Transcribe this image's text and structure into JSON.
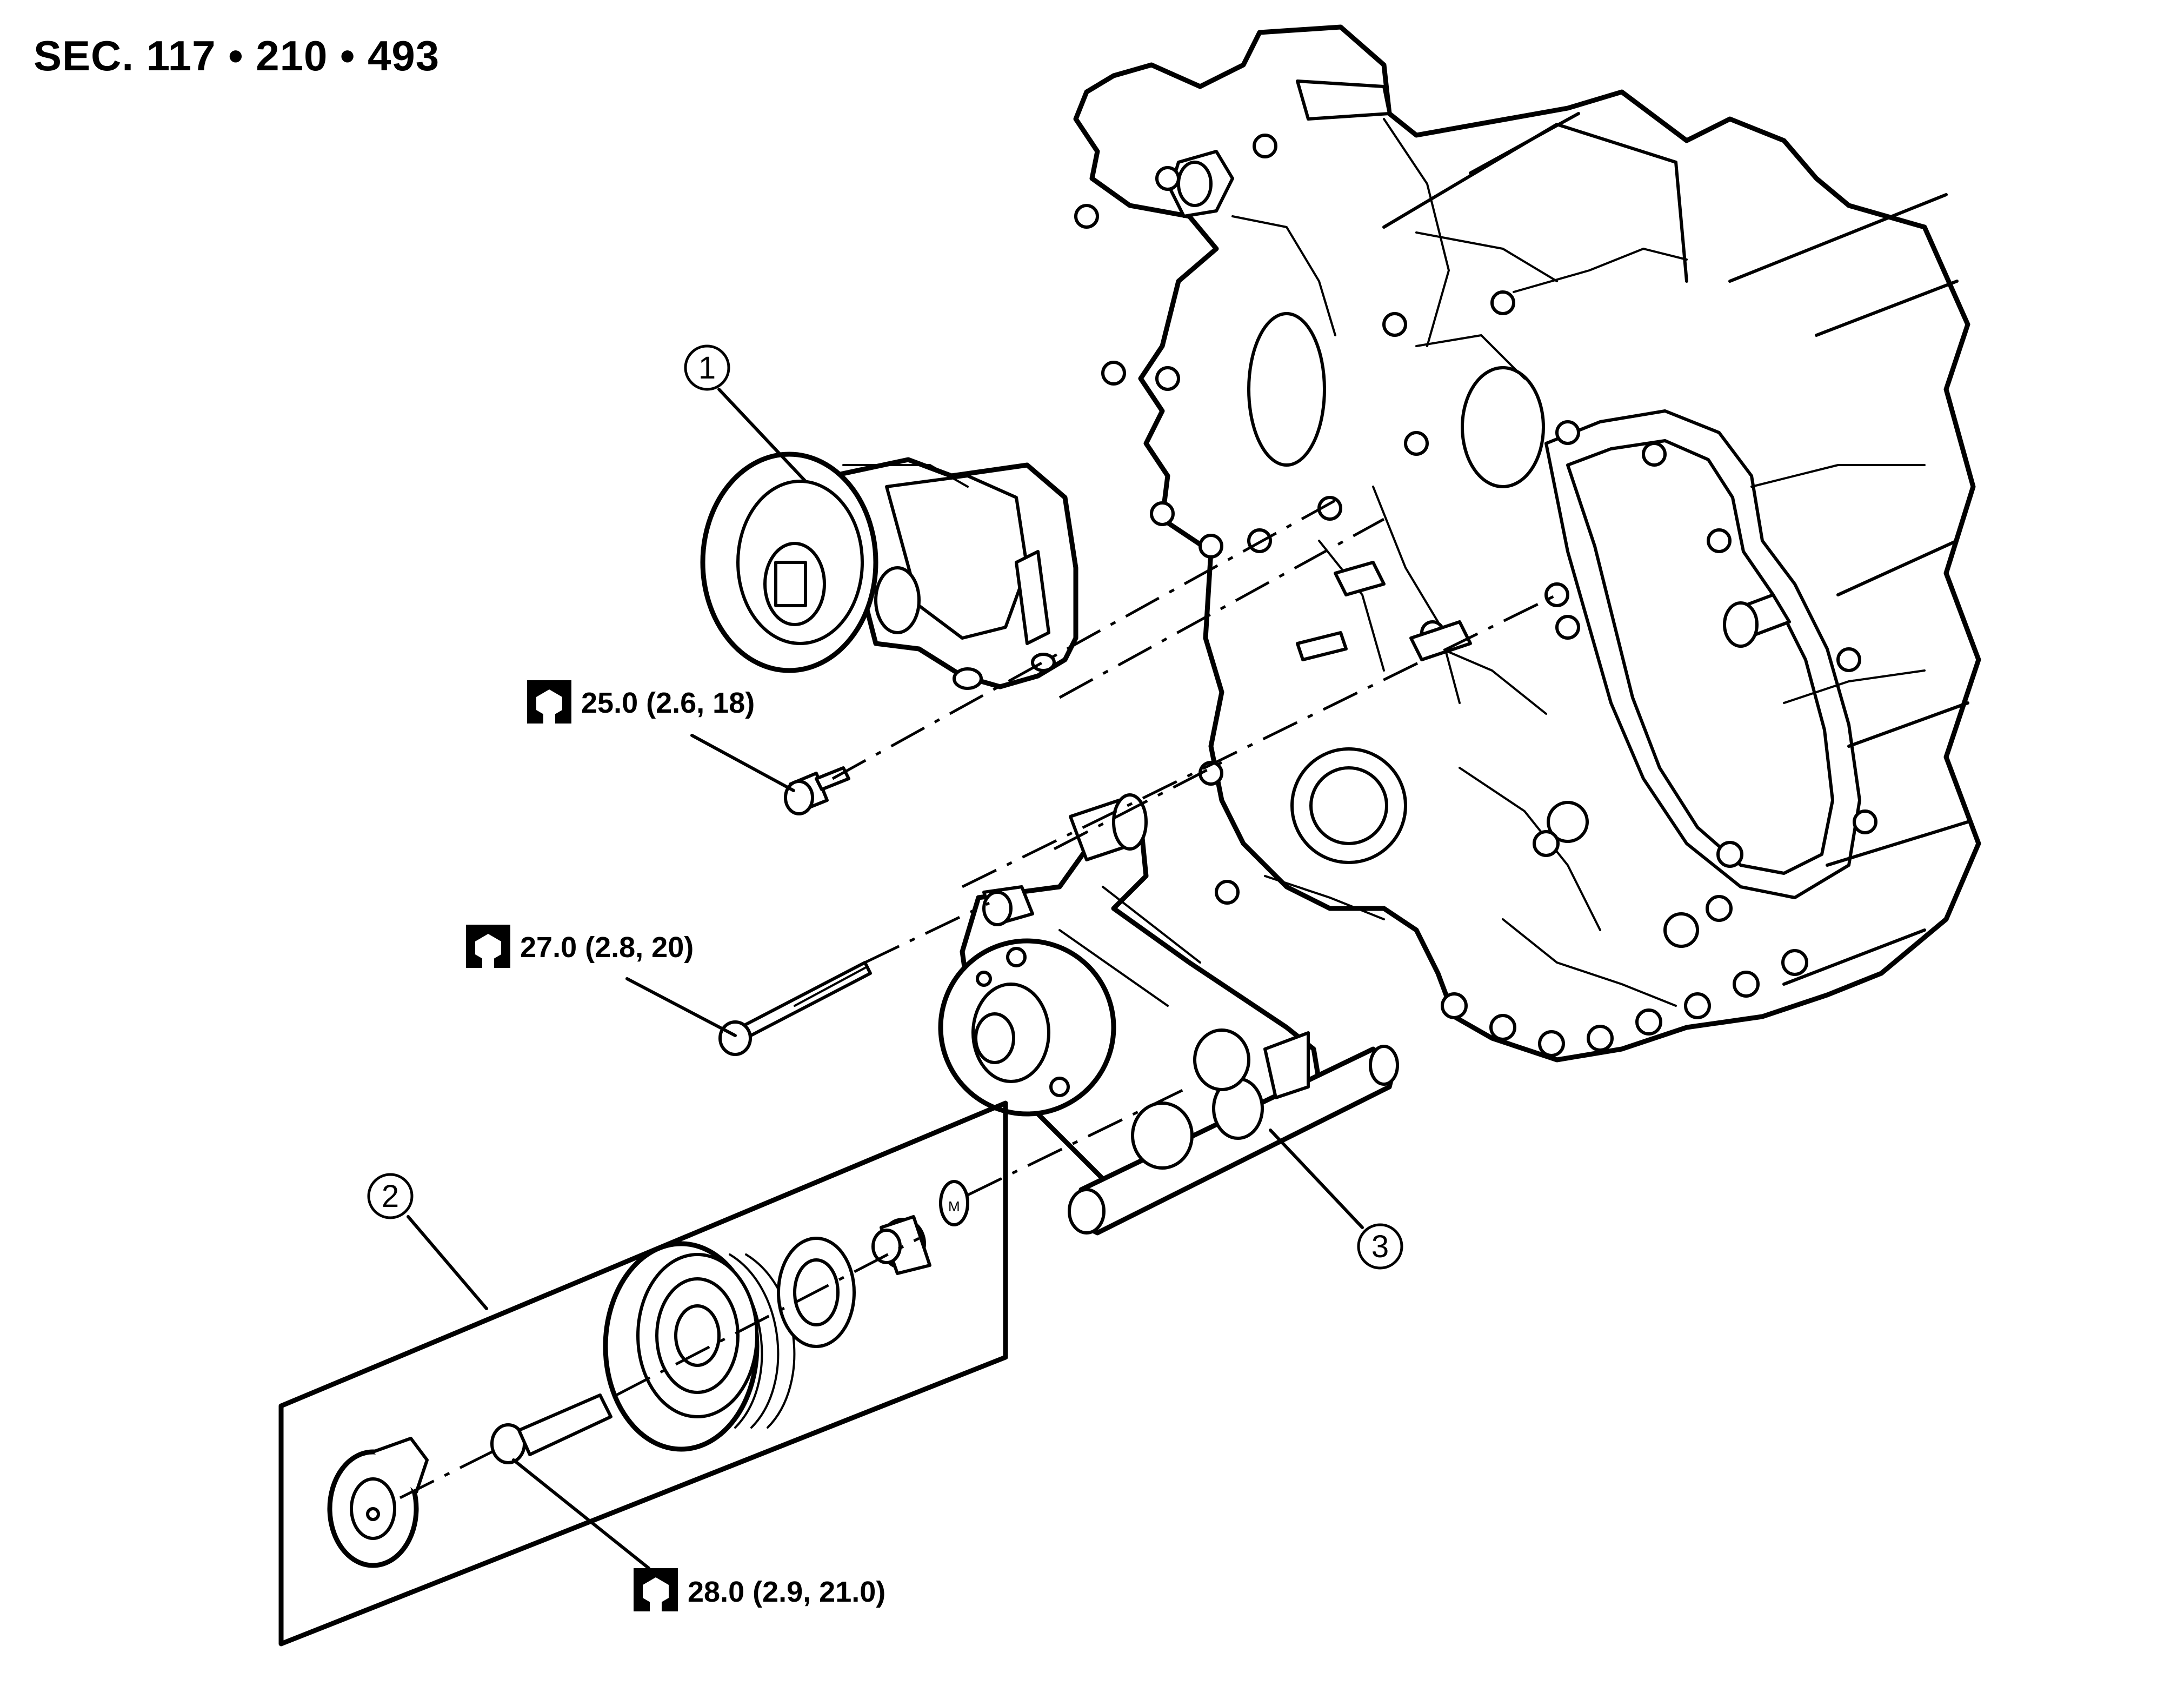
{
  "header": {
    "section_reference": "SEC. 117 • 210 • 493"
  },
  "callouts": [
    {
      "label": "1"
    },
    {
      "label": "2"
    },
    {
      "label": "3"
    }
  ],
  "torque_specs": [
    {
      "value": "25.0 (2.6, 18)",
      "icon": "torque-wrench-icon"
    },
    {
      "value": "27.0 (2.8, 20)",
      "icon": "torque-wrench-icon"
    },
    {
      "value": "28.0 (2.9, 21.0)",
      "icon": "torque-wrench-icon"
    }
  ]
}
